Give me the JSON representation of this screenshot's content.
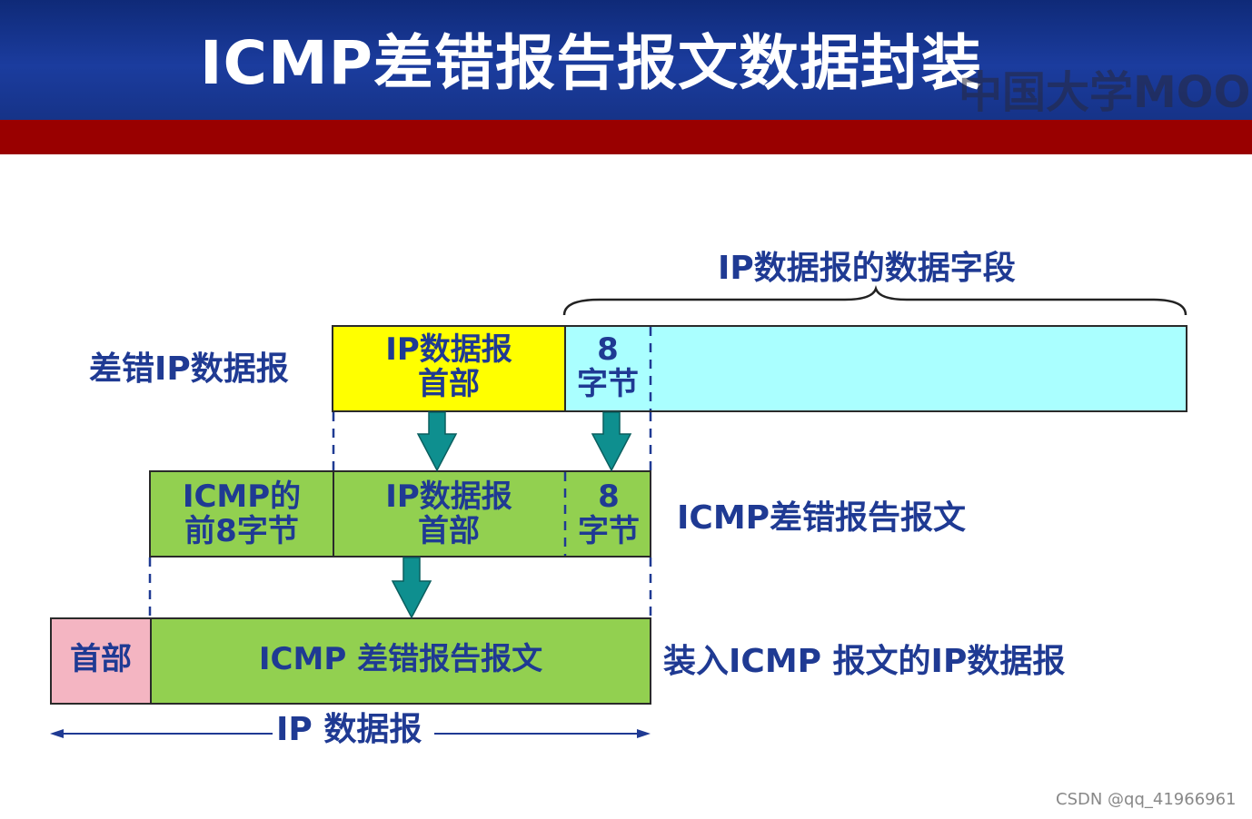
{
  "title": "ICMP差错报告报文数据封装",
  "watermark": "中国大学MOOC",
  "brace_label": "IP数据报的数据字段",
  "row1": {
    "label": "差错IP数据报",
    "header_box": {
      "line1": "IP数据报",
      "line2": "首部"
    },
    "bytes_box": {
      "line1": "8",
      "line2": "字节"
    }
  },
  "row2": {
    "label": "ICMP差错报告报文",
    "first_box": {
      "line1": "ICMP的",
      "line2": "前8字节"
    },
    "header_box": {
      "line1": "IP数据报",
      "line2": "首部"
    },
    "bytes_box": {
      "line1": "8",
      "line2": "字节"
    }
  },
  "row3": {
    "label": "装入ICMP 报文的IP数据报",
    "header_box": "首部",
    "icmp_box": "ICMP 差错报告报文"
  },
  "span_label": "IP 数据报",
  "csdn_watermark": "CSDN @qq_41966961",
  "colors": {
    "yellow": "#ffff00",
    "cyan": "#aaffff",
    "green": "#92d050",
    "pink": "#f4b5c2",
    "arrow": "#0e8f8f",
    "text": "#1f3a93"
  }
}
